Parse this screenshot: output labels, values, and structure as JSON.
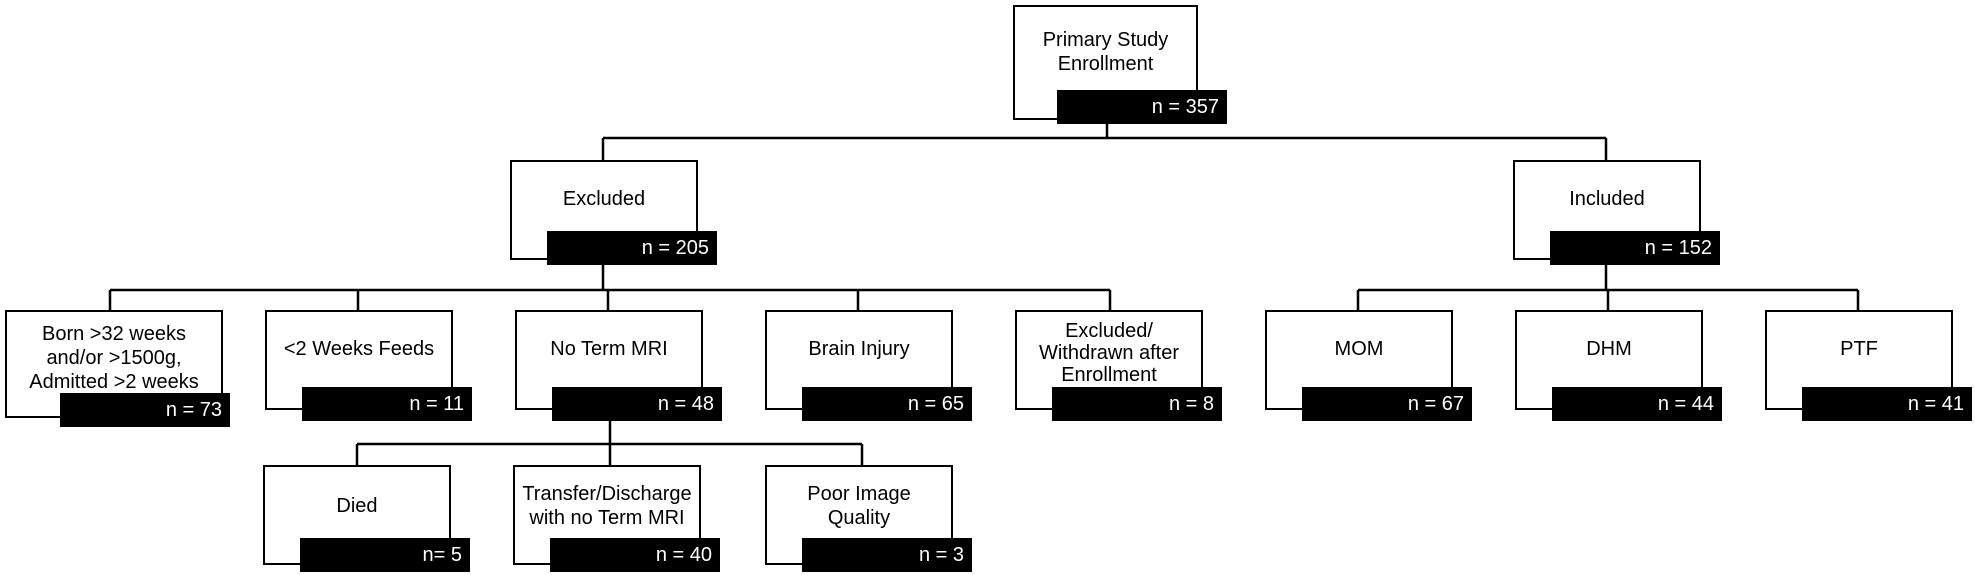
{
  "flowchart": {
    "root": {
      "label": "Primary Study\nEnrollment",
      "count": "n = 357"
    },
    "excluded": {
      "label": "Excluded",
      "count": "n = 205"
    },
    "included": {
      "label": "Included",
      "count": "n = 152"
    },
    "exclusion_reasons": [
      {
        "label": "Born >32 weeks\nand/or >1500g,\nAdmitted >2 weeks",
        "count": "n = 73"
      },
      {
        "label": "<2 Weeks Feeds",
        "count": "n = 11"
      },
      {
        "label": "No Term MRI",
        "count": "n = 48"
      },
      {
        "label": "Brain Injury",
        "count": "n = 65"
      },
      {
        "label": "Excluded/\nWithdrawn after\nEnrollment",
        "count": "n = 8"
      }
    ],
    "no_term_mri_reasons": [
      {
        "label": "Died",
        "count": "n= 5"
      },
      {
        "label": "Transfer/Discharge\nwith no Term MRI",
        "count": "n = 40"
      },
      {
        "label": "Poor Image\nQuality",
        "count": "n = 3"
      }
    ],
    "included_groups": [
      {
        "label": "MOM",
        "count": "n = 67"
      },
      {
        "label": "DHM",
        "count": "n = 44"
      },
      {
        "label": "PTF",
        "count": "n = 41"
      }
    ]
  }
}
